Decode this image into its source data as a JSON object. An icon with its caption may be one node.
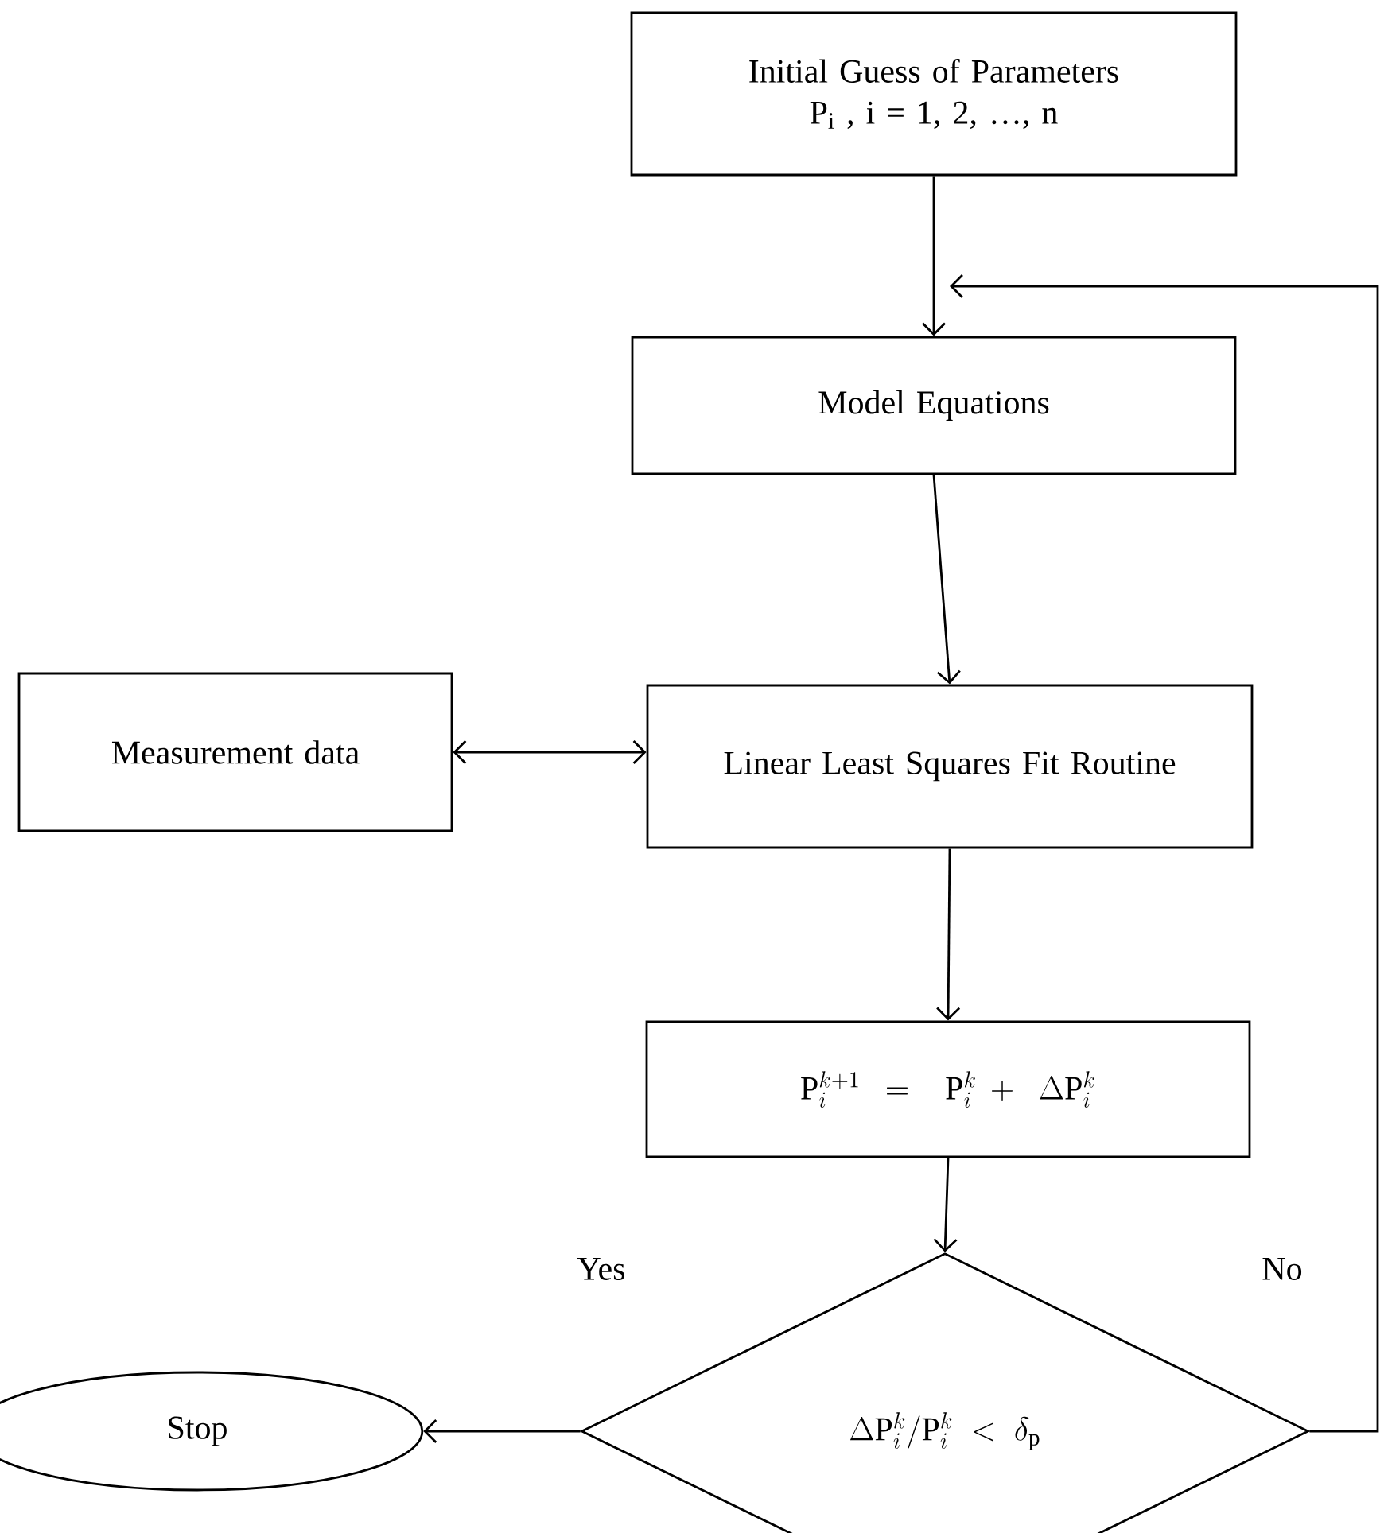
{
  "diagram": {
    "nodes": [
      {
        "text": [
          "Initial Guess of Parameters",
          "P$_{i}$ , i = 1, 2, …, n"
        ]
      },
      {
        "text": [
          "Model Equations"
        ]
      },
      {
        "text": [
          "Measurement data"
        ]
      },
      {
        "text": [
          "Linear Least Squares Fit Routine"
        ]
      },
      {
        "text": [
          "\\mathrm{P}_i^{k+1} =\\ \\mathrm{P}_i^k +\\ \\Delta\\mathrm{P}_i^k"
        ]
      },
      {
        "text": [
          "\\Delta\\mathrm{P}_i^k/\\mathrm{P}_i^k < \\delta_\\mathrm{p}"
        ]
      },
      {
        "text": [
          "Stop"
        ]
      }
    ],
    "edges": [
      {
        "from": 0,
        "to": 1,
        "arrow": "to"
      },
      {
        "from": 1,
        "to": 3,
        "arrow": "to"
      },
      {
        "from": 2,
        "to": 3,
        "arrow": "both"
      },
      {
        "from": 3,
        "to": 4,
        "arrow": "to"
      },
      {
        "from": 4,
        "to": 5,
        "arrow": "to"
      },
      {
        "from": 5,
        "to": 6,
        "arrow": "to",
        "label": "Yes"
      },
      {
        "from": 5,
        "to": null,
        "arrow": "to",
        "label": "No"
      }
    ]
  }
}
